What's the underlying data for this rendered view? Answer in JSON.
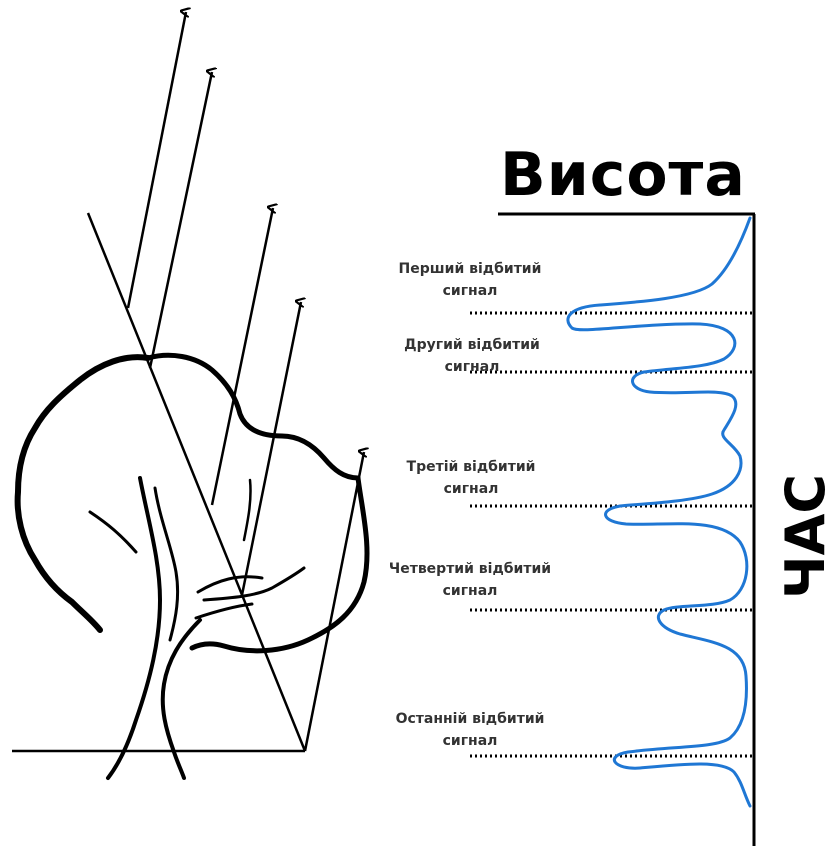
{
  "labels": {
    "height_axis": "Висота",
    "time_axis": "ЧАС"
  },
  "returns": [
    {
      "line1": "Перший відбитий",
      "line2": "сигнал"
    },
    {
      "line1": "Другий відбитий",
      "line2": "сигнал"
    },
    {
      "line1": "Третій відбитий",
      "line2": "сигнал"
    },
    {
      "line1": "Четвертий відбитий",
      "line2": "сигнал"
    },
    {
      "line1": "Останній відбитий",
      "line2": "сигнал"
    }
  ],
  "colors": {
    "waveform": "#1f77d4",
    "ink": "#000000",
    "label_text": "#333333"
  }
}
